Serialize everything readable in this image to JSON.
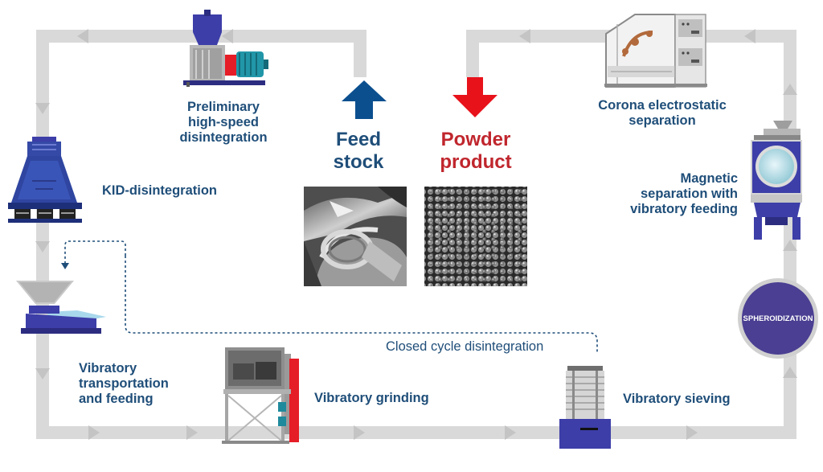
{
  "diagram": {
    "labels": {
      "preliminary": [
        "Preliminary",
        "high-speed",
        "disintegration"
      ],
      "kid": "KID-disintegration",
      "transport": [
        "Vibratory",
        "transportation",
        "and feeding"
      ],
      "grinding": "Vibratory grinding",
      "sieving": "Vibratory sieving",
      "magnetic": [
        "Magnetic",
        "separation with",
        "vibratory feeding"
      ],
      "corona": [
        "Corona electrostatic",
        "separation"
      ],
      "spheroidization": "SPHEROIDIZATION",
      "closed_cycle": "Closed cycle disintegration"
    },
    "feedstock": [
      "Feed",
      "stock"
    ],
    "powder": [
      "Powder",
      "product"
    ],
    "colors": {
      "label": "#1f4e79",
      "feedstock_arrow": "#0b4f8f",
      "powder_arrow": "#e8121b",
      "powder_text": "#c0262d",
      "track": "#d9d9d9",
      "machine": "#3d3ea8",
      "circle": "#4a3f92"
    },
    "icons": [
      "hammer-mill-icon",
      "kid-mill-icon",
      "vibratory-feeder-icon",
      "vibratory-grinder-icon",
      "sieve-icon",
      "magnetic-separator-icon",
      "corona-separator-icon"
    ]
  }
}
